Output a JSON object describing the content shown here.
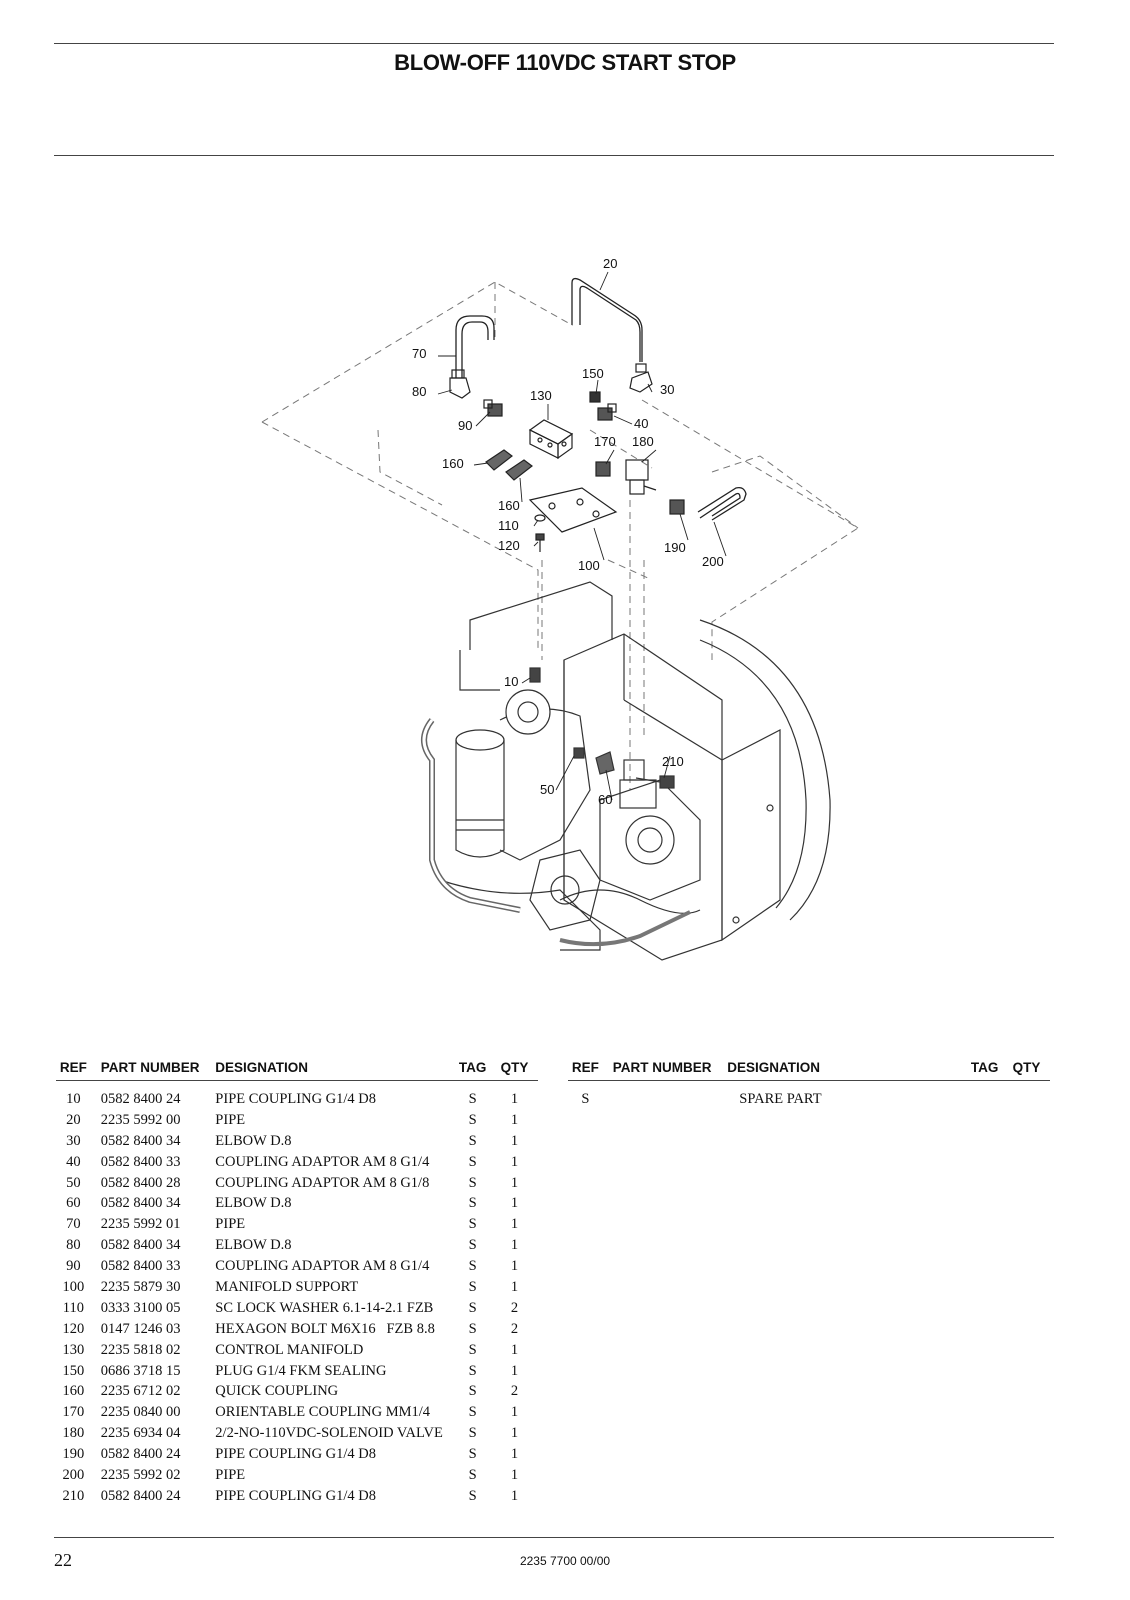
{
  "header": {
    "title": "BLOW-OFF 110VDC START STOP"
  },
  "diagram": {
    "callouts": [
      "20",
      "70",
      "80",
      "150",
      "30",
      "130",
      "90",
      "40",
      "170",
      "180",
      "160",
      "160",
      "110",
      "120",
      "100",
      "190",
      "200",
      "10",
      "210",
      "50",
      "60"
    ]
  },
  "table_left": {
    "headers": {
      "ref": "REF",
      "part_number": "PART NUMBER",
      "designation": "DESIGNATION",
      "tag": "TAG",
      "qty": "QTY"
    },
    "rows": [
      {
        "ref": "10",
        "part_number": "0582 8400 24",
        "designation": "PIPE COUPLING G1/4 D8",
        "tag": "S",
        "qty": "1"
      },
      {
        "ref": "20",
        "part_number": "2235 5992 00",
        "designation": "PIPE",
        "tag": "S",
        "qty": "1"
      },
      {
        "ref": "30",
        "part_number": "0582 8400 34",
        "designation": "ELBOW D.8",
        "tag": "S",
        "qty": "1"
      },
      {
        "ref": "40",
        "part_number": "0582 8400 33",
        "designation": "COUPLING ADAPTOR AM 8 G1/4",
        "tag": "S",
        "qty": "1"
      },
      {
        "ref": "50",
        "part_number": "0582 8400 28",
        "designation": "COUPLING ADAPTOR AM 8 G1/8",
        "tag": "S",
        "qty": "1"
      },
      {
        "ref": "60",
        "part_number": "0582 8400 34",
        "designation": "ELBOW D.8",
        "tag": "S",
        "qty": "1"
      },
      {
        "ref": "70",
        "part_number": "2235 5992 01",
        "designation": "PIPE",
        "tag": "S",
        "qty": "1"
      },
      {
        "ref": "80",
        "part_number": "0582 8400 34",
        "designation": "ELBOW D.8",
        "tag": "S",
        "qty": "1"
      },
      {
        "ref": "90",
        "part_number": "0582 8400 33",
        "designation": "COUPLING ADAPTOR AM 8 G1/4",
        "tag": "S",
        "qty": "1"
      },
      {
        "ref": "100",
        "part_number": "2235 5879 30",
        "designation": "MANIFOLD SUPPORT",
        "tag": "S",
        "qty": "1"
      },
      {
        "ref": "110",
        "part_number": "0333 3100 05",
        "designation": "SC LOCK WASHER 6.1-14-2.1 FZB",
        "tag": "S",
        "qty": "2"
      },
      {
        "ref": "120",
        "part_number": "0147 1246 03",
        "designation": "HEXAGON BOLT M6X16   FZB 8.8",
        "tag": "S",
        "qty": "2"
      },
      {
        "ref": "130",
        "part_number": "2235 5818 02",
        "designation": "CONTROL MANIFOLD",
        "tag": "S",
        "qty": "1"
      },
      {
        "ref": "150",
        "part_number": "0686 3718 15",
        "designation": "PLUG G1/4 FKM SEALING",
        "tag": "S",
        "qty": "1"
      },
      {
        "ref": "160",
        "part_number": "2235 6712 02",
        "designation": "QUICK COUPLING",
        "tag": "S",
        "qty": "2"
      },
      {
        "ref": "170",
        "part_number": "2235 0840 00",
        "designation": "ORIENTABLE COUPLING MM1/4",
        "tag": "S",
        "qty": "1"
      },
      {
        "ref": "180",
        "part_number": "2235 6934 04",
        "designation": "2/2-NO-110VDC-SOLENOID VALVE",
        "tag": "S",
        "qty": "1"
      },
      {
        "ref": "190",
        "part_number": "0582 8400 24",
        "designation": "PIPE COUPLING G1/4 D8",
        "tag": "S",
        "qty": "1"
      },
      {
        "ref": "200",
        "part_number": "2235 5992 02",
        "designation": "PIPE",
        "tag": "S",
        "qty": "1"
      },
      {
        "ref": "210",
        "part_number": "0582 8400 24",
        "designation": "PIPE COUPLING G1/4 D8",
        "tag": "S",
        "qty": "1"
      }
    ]
  },
  "table_right": {
    "headers": {
      "ref": "REF",
      "part_number": "PART NUMBER",
      "designation": "DESIGNATION",
      "tag": "TAG",
      "qty": "QTY"
    },
    "rows": [
      {
        "ref": "S",
        "part_number": "",
        "designation": "SPARE PART",
        "tag": "",
        "qty": ""
      }
    ]
  },
  "footer": {
    "page_number": "22",
    "document_number": "2235 7700 00/00"
  }
}
